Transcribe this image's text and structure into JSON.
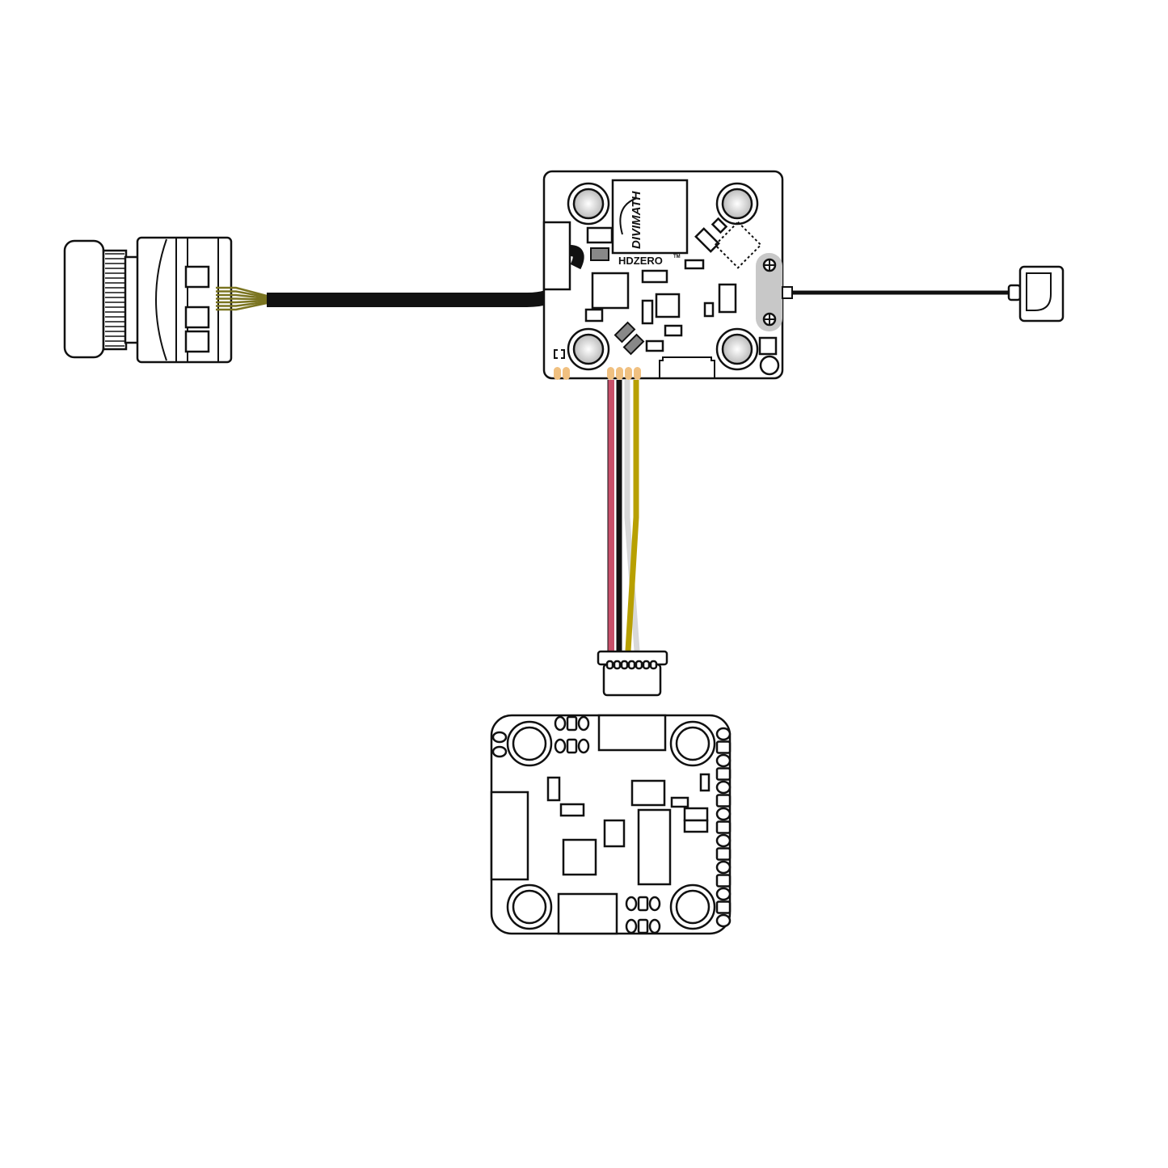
{
  "title": "HDZero VTX wiring diagram",
  "vtx": {
    "brand_logo": "DIVIMATH",
    "product_logo": "HDZERO",
    "trademark": "TM"
  },
  "colors": {
    "wire_red": "#c8506a",
    "wire_black": "#111111",
    "wire_white": "#d8d8d8",
    "wire_yellow": "#b8a000",
    "pad": "#f0c080",
    "ribbon": "#7a7420",
    "antenna_slot": "#c8c8c8"
  }
}
